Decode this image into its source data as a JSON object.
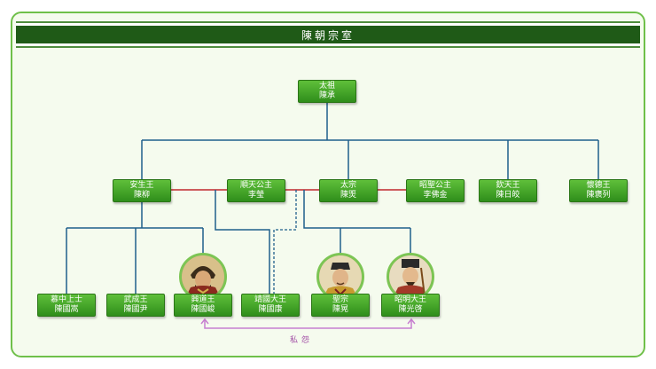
{
  "title": "陳朝宗室",
  "nodes": {
    "taizu": {
      "title": "太祖",
      "name": "陳承"
    },
    "ansheng": {
      "title": "安生王",
      "name": "陳柳"
    },
    "shuntian": {
      "title": "順天公主",
      "name": "李瑩"
    },
    "taizong": {
      "title": "太宗",
      "name": "陳煚"
    },
    "zhaosheng": {
      "title": "昭聖公主",
      "name": "李佛金"
    },
    "qintian": {
      "title": "欽天王",
      "name": "陳日皎"
    },
    "huaide": {
      "title": "懷德王",
      "name": "陳褒列"
    },
    "muzhong": {
      "title": "慕中上士",
      "name": "陳國嵩"
    },
    "wucheng": {
      "title": "武成王",
      "name": "陳國尹"
    },
    "xingdao": {
      "title": "興道王",
      "name": "陳國峻"
    },
    "jingguo": {
      "title": "靖國大王",
      "name": "陳國康"
    },
    "shengzong": {
      "title": "聖宗",
      "name": "陳晃"
    },
    "zhaoming": {
      "title": "昭明大王",
      "name": "陳光啓"
    }
  },
  "relation_note": "私怨",
  "colors": {
    "title_band": "#1f5a17",
    "node_fill": "#3fa327",
    "descent_line": "#1f5f8b",
    "marriage_line": "#c0282d",
    "feud_line": "#c77fd0"
  }
}
